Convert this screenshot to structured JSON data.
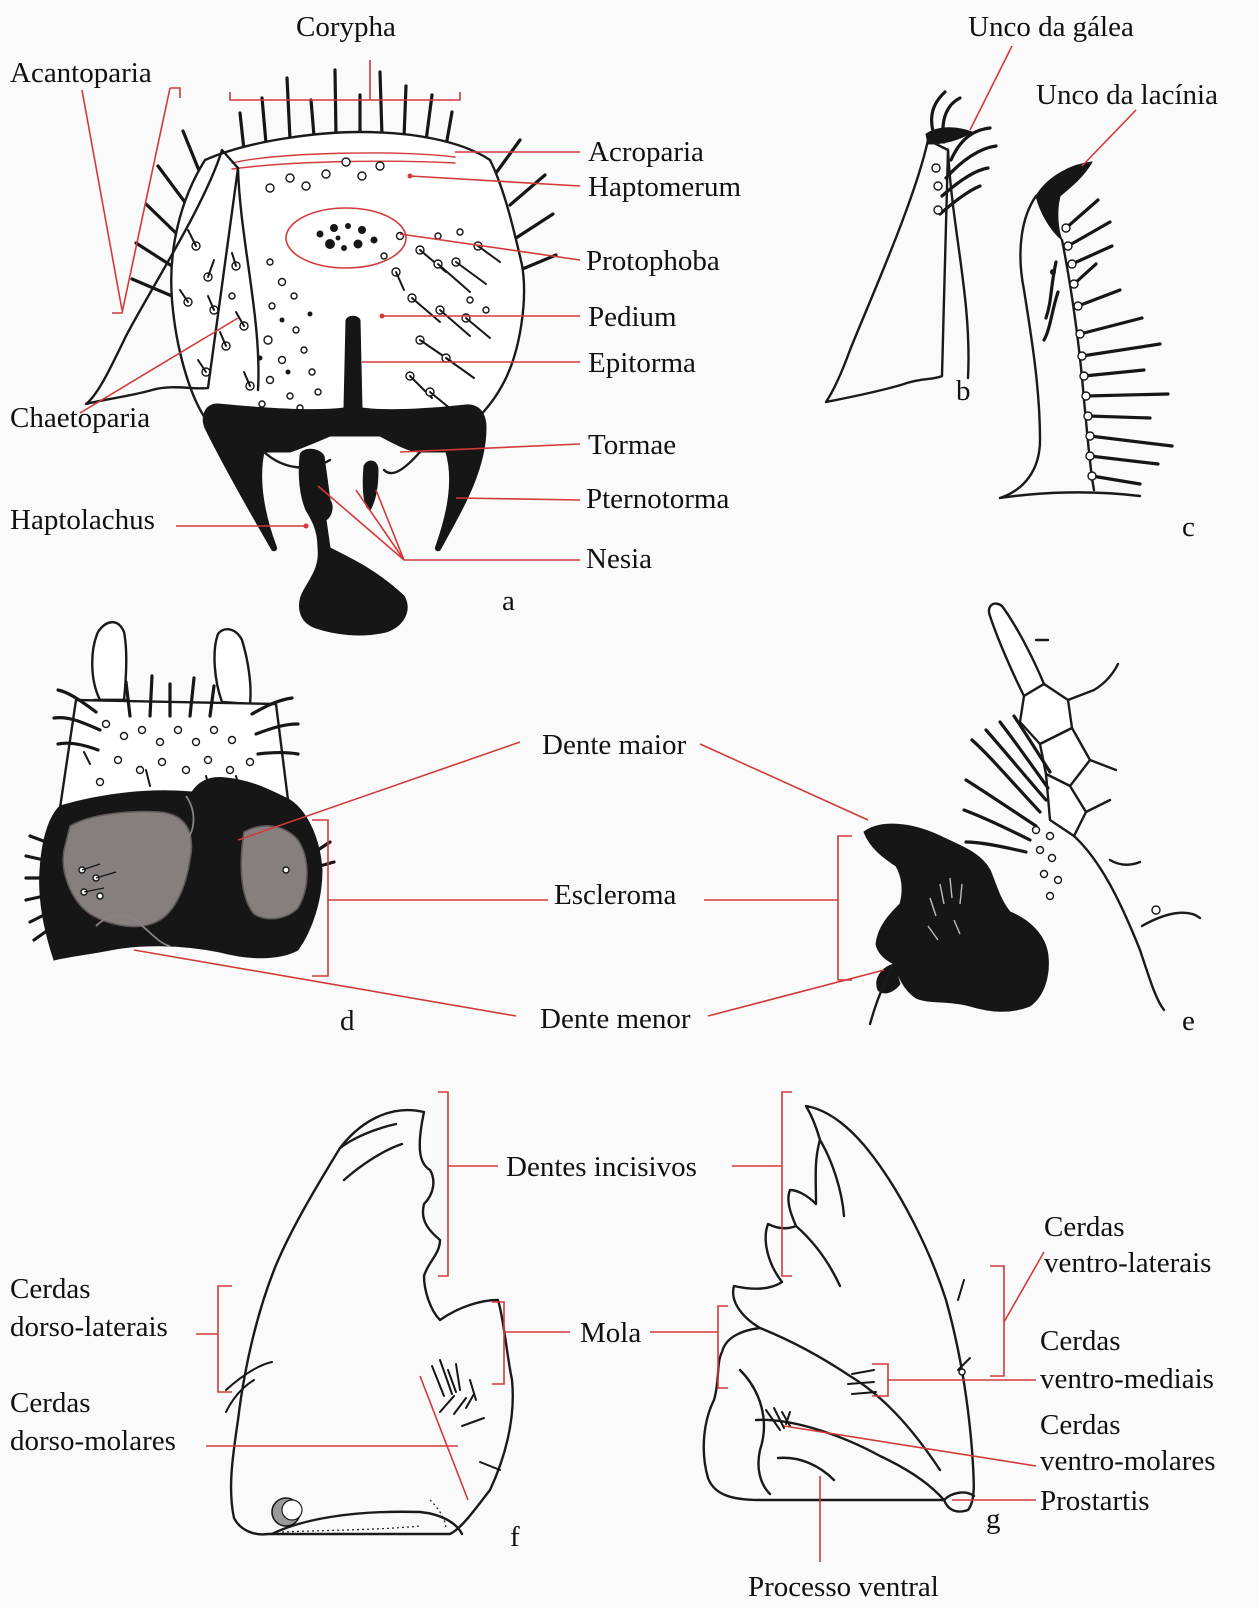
{
  "panels": {
    "a": "a",
    "b": "b",
    "c": "c",
    "d": "d",
    "e": "e",
    "f": "f",
    "g": "g"
  },
  "labels": {
    "corypha": "Corypha",
    "acantoparia": "Acantoparia",
    "acroparia": "Acroparia",
    "haptomerum": "Haptomerum",
    "protophoba": "Protophoba",
    "pedium": "Pedium",
    "epitorma": "Epitorma",
    "chaetoparia": "Chaetoparia",
    "tormae": "Tormae",
    "pternotorma": "Pternotorma",
    "haptolachus": "Haptolachus",
    "nesia": "Nesia",
    "unco_galea": "Unco da gálea",
    "unco_lacinia": "Unco da lacínia",
    "dente_maior": "Dente maior",
    "escleroma": "Escleroma",
    "dente_menor": "Dente menor",
    "dentes_incisivos": "Dentes incisivos",
    "mola": "Mola",
    "cerdas_dorso_laterais_1": "Cerdas",
    "cerdas_dorso_laterais_2": "dorso-laterais",
    "cerdas_dorso_molares_1": "Cerdas",
    "cerdas_dorso_molares_2": "dorso-molares",
    "cerdas_ventro_laterais_1": "Cerdas",
    "cerdas_ventro_laterais_2": "ventro-laterais",
    "cerdas_ventro_mediais_1": "Cerdas",
    "cerdas_ventro_mediais_2": "ventro-mediais",
    "cerdas_ventro_molares_1": "Cerdas",
    "cerdas_ventro_molares_2": "ventro-molares",
    "prostartis": "Prostartis",
    "processo_ventral": "Processo ventral"
  },
  "colors": {
    "background": "#fafafa",
    "leader_line": "#d23a3a",
    "sclerite_black": "#161616",
    "sclerite_grey": "#877e7e",
    "text": "#111111"
  }
}
